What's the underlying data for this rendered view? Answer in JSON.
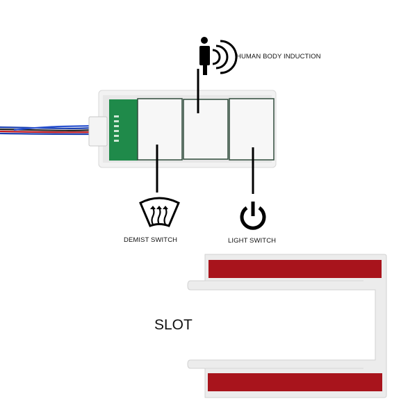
{
  "labels": {
    "human_body_induction": "HUMAN BODY INDUCTION",
    "demist_switch": "DEMIST SWITCH",
    "light_switch": "LIGHT SWITCH",
    "slot": "SLOT"
  },
  "colors": {
    "pcb_green": "#1f8a4a",
    "adhesive_red": "#a8141c",
    "housing": "#ececec",
    "icon": "#000000"
  },
  "icons": [
    "person-sensor-icon",
    "defrost-windshield-icon",
    "power-icon"
  ]
}
